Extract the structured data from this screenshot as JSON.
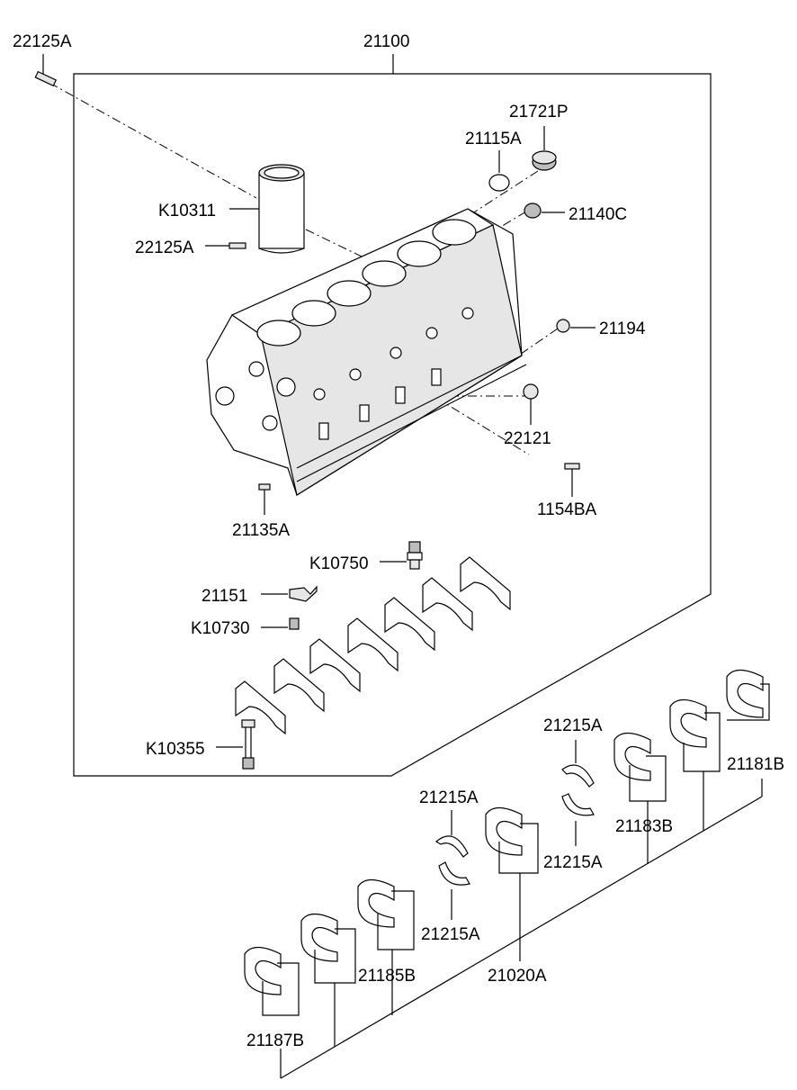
{
  "labels": {
    "p22125a_top": "22125A",
    "p21100": "21100",
    "p21721p": "21721P",
    "p21115a": "21115A",
    "pk10311": "K10311",
    "p21140c": "21140C",
    "p22125a_mid": "22125A",
    "p21194": "21194",
    "p22121": "22121",
    "p21135a": "21135A",
    "p1154ba": "1154BA",
    "pk10750": "K10750",
    "p21151": "21151",
    "pk10730": "K10730",
    "pk10355": "K10355",
    "p21215a_1": "21215A",
    "p21181b": "21181B",
    "p21215a_2": "21215A",
    "p21183b": "21183B",
    "p21215a_3": "21215A",
    "p21215a_4": "21215A",
    "p21020a": "21020A",
    "p21185b": "21185B",
    "p21187b": "21187B"
  },
  "colors": {
    "line": "#000000",
    "background": "#ffffff",
    "part_fill": "#e6e6e6",
    "part_dark": "#bdbdbd"
  }
}
